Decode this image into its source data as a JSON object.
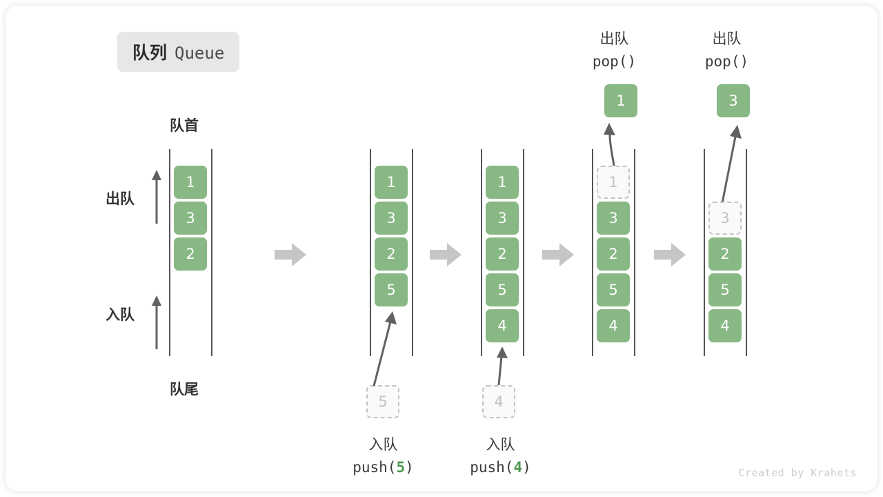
{
  "title": {
    "cn": "队列",
    "en": "Queue"
  },
  "labels": {
    "front": "队首",
    "rear": "队尾",
    "dequeue": "出队",
    "enqueue": "入队"
  },
  "operations": {
    "push5": {
      "cn": "入队",
      "fn_open": "push(",
      "num": "5",
      "fn_close": ")"
    },
    "push4": {
      "cn": "入队",
      "fn_open": "push(",
      "num": "4",
      "fn_close": ")"
    },
    "pop1": {
      "cn": "出队",
      "code": "pop()"
    },
    "pop2": {
      "cn": "出队",
      "code": "pop()"
    }
  },
  "stages": [
    {
      "id": "stage-1",
      "items": [
        "1",
        "3",
        "2"
      ],
      "ghost": null,
      "incoming": null
    },
    {
      "id": "stage-2",
      "items": [
        "1",
        "3",
        "2",
        "5"
      ],
      "ghost": null,
      "incoming": "5"
    },
    {
      "id": "stage-3",
      "items": [
        "1",
        "3",
        "2",
        "5",
        "4"
      ],
      "ghost": null,
      "incoming": "4"
    },
    {
      "id": "stage-4",
      "items": [
        "3",
        "2",
        "5",
        "4"
      ],
      "ghost": "1",
      "popped": "1"
    },
    {
      "id": "stage-5",
      "items": [
        "2",
        "5",
        "4"
      ],
      "ghost": "3",
      "popped": "3"
    }
  ],
  "colors": {
    "box_fill": "#88b884",
    "box_text": "#ffffff",
    "ghost_border": "#c4c4c4",
    "ghost_text": "#c2c2c2",
    "rail": "#555555",
    "arrow": "#616161",
    "block_arrow": "#c6c6c6",
    "badge_bg": "#e7e7e7",
    "accent_green": "#4f9a52"
  },
  "credit": "Created by Krahets"
}
